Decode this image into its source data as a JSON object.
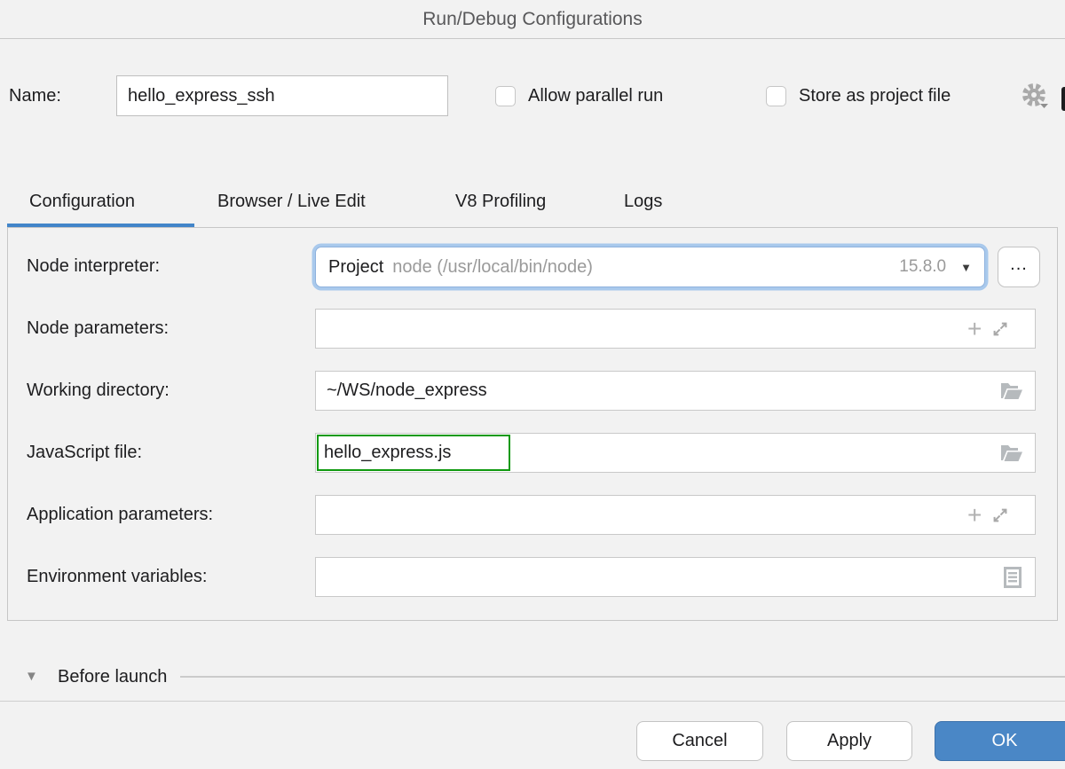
{
  "dialog": {
    "title": "Run/Debug Configurations"
  },
  "header": {
    "name_label": "Name:",
    "name_value": "hello_express_ssh",
    "allow_parallel_run_label": "Allow parallel run",
    "store_as_project_file_label": "Store as project file"
  },
  "tabs": [
    {
      "label": "Configuration",
      "active": true
    },
    {
      "label": "Browser / Live Edit",
      "active": false
    },
    {
      "label": "V8 Profiling",
      "active": false
    },
    {
      "label": "Logs",
      "active": false
    }
  ],
  "form": {
    "node_interpreter": {
      "label": "Node interpreter:",
      "value_primary": "Project",
      "value_secondary": "node (/usr/local/bin/node)",
      "version": "15.8.0",
      "browse_label": "..."
    },
    "node_parameters": {
      "label": "Node parameters:",
      "value": ""
    },
    "working_directory": {
      "label": "Working directory:",
      "value": "~/WS/node_express"
    },
    "javascript_file": {
      "label": "JavaScript file:",
      "value": "hello_express.js"
    },
    "application_parameters": {
      "label": "Application parameters:",
      "value": ""
    },
    "environment_variables": {
      "label": "Environment variables:",
      "value": ""
    }
  },
  "before_launch": {
    "label": "Before launch"
  },
  "footer": {
    "cancel_label": "Cancel",
    "apply_label": "Apply",
    "ok_label": "OK"
  },
  "icons": {
    "dropdown_arrow": "▼",
    "collapse_arrow": "▼",
    "plus": "+",
    "gear": "gear-icon",
    "expand": "expand-icon",
    "folder": "open-folder-icon",
    "env_list": "list-icon"
  },
  "colors": {
    "accent_blue": "#4285c9",
    "ok_button_blue": "#4a87c6",
    "focus_ring_blue": "#a9c9ec",
    "annotation_green": "#0f990f",
    "dialog_background": "#f2f2f2"
  }
}
